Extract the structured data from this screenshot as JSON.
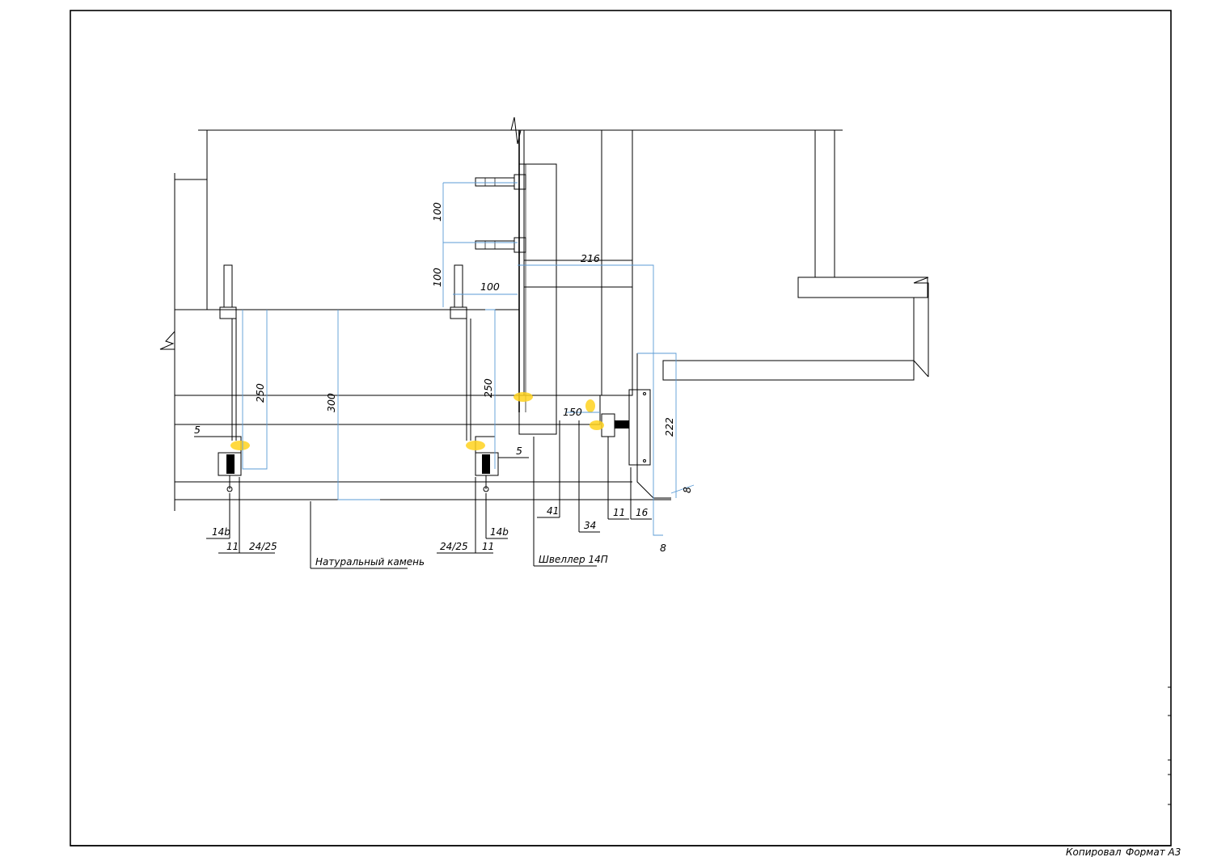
{
  "labels": {
    "stone": "Натуральный камень",
    "channel": "Швеллер 14П",
    "l_14b_a": "14b",
    "l_11_a": "11",
    "l_2425_a": "24/25",
    "l_2425_b": "24/25",
    "l_11_b": "11",
    "l_14b_b": "14b",
    "l_41": "41",
    "l_34": "34",
    "l_11_c": "11",
    "l_16": "16"
  },
  "dims": {
    "d100_v1": "100",
    "d100_v2": "100",
    "d100_h": "100",
    "d216": "216",
    "d250_a": "250",
    "d300": "300",
    "d250_b": "250",
    "d150": "150",
    "d5_a": "5",
    "d5_b": "5",
    "d222": "222",
    "d8_a": "8",
    "d8_b": "8"
  },
  "stamp": {
    "copied": "Копировал",
    "format": "Формат А3"
  },
  "colors": {
    "line": "#000000",
    "dimension": "#5b9bd5",
    "highlight": "#ffd21f"
  }
}
